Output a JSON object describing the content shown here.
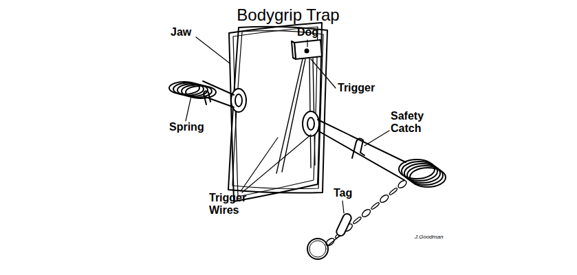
{
  "diagram": {
    "title": "Bodygrip Trap",
    "labels": [
      "Jaw",
      "Dog",
      "Trigger",
      "Spring",
      "Safety Catch",
      "Trigger Wires",
      "Tag",
      "J.Goodman"
    ]
  }
}
